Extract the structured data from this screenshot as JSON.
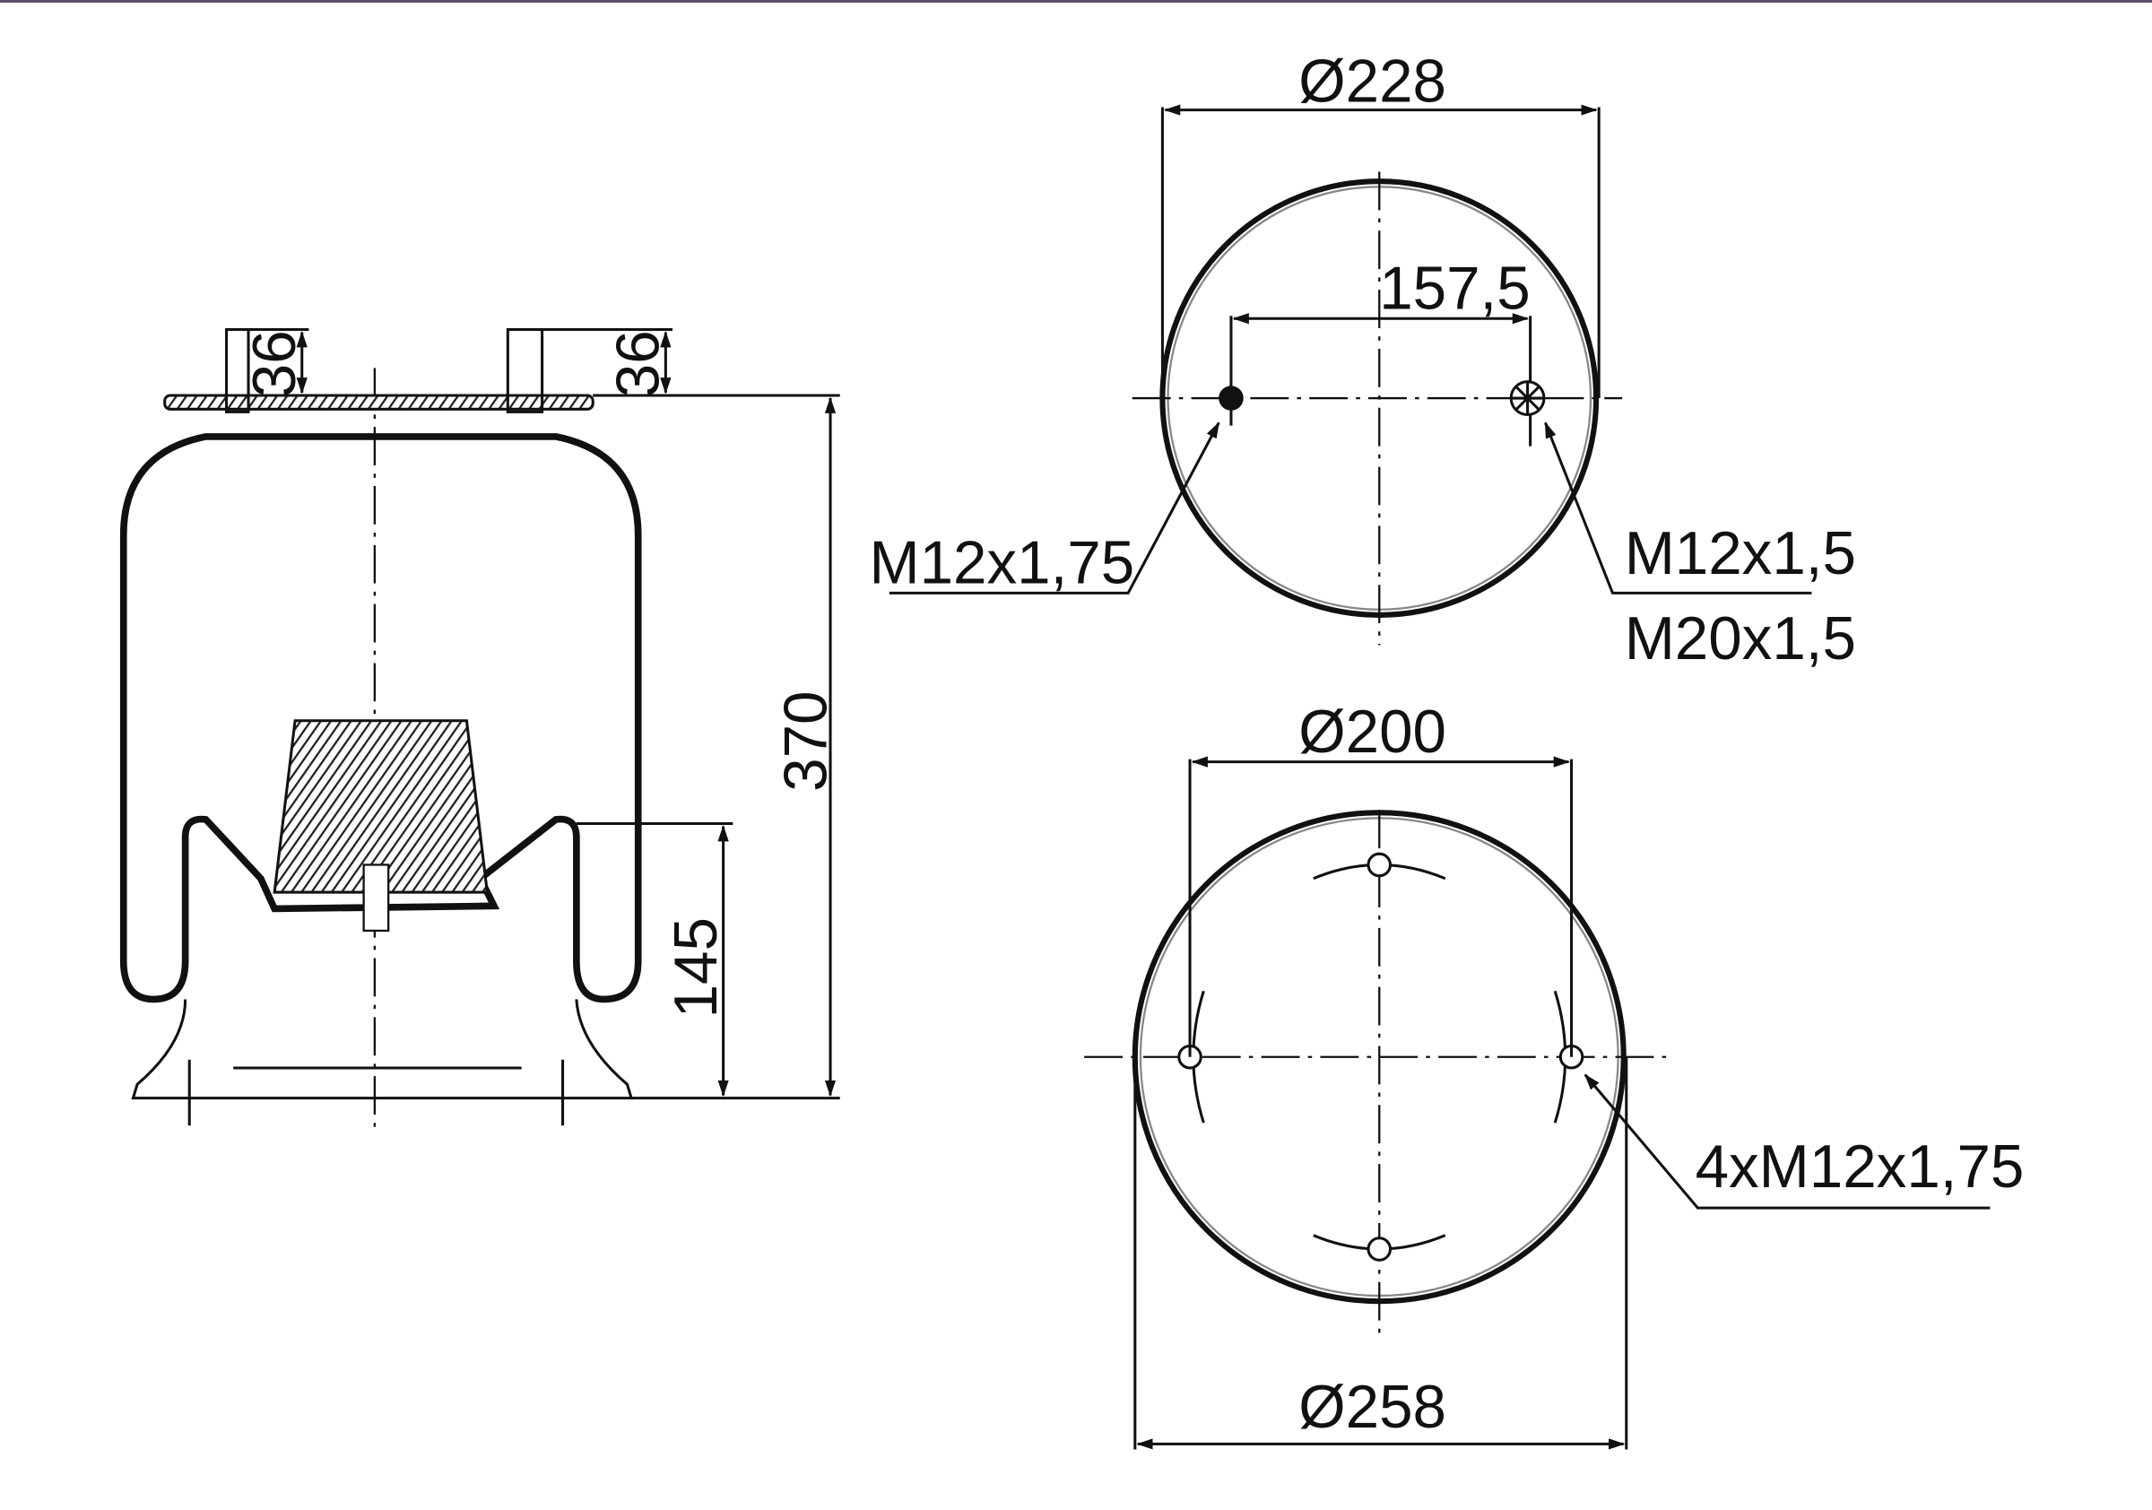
{
  "side_view": {
    "stud_height_left": "36",
    "stud_height_right": "36",
    "overall_height": "370",
    "piston_height": "145"
  },
  "top_view": {
    "diameter": "Ø228",
    "stud_spacing": "157,5",
    "left_thread": "M12x1,75",
    "right_thread_1": "M12x1,5",
    "right_thread_2": "M20x1,5"
  },
  "bottom_view": {
    "bolt_circle": "Ø200",
    "diameter": "Ø258",
    "bolt_thread": "4xM12x1,75"
  }
}
